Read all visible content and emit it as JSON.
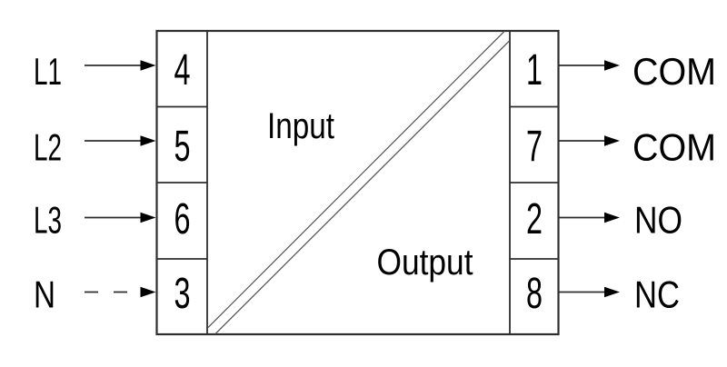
{
  "diagram": {
    "regions": {
      "input": "Input",
      "output": "Output"
    },
    "left": {
      "rows": [
        {
          "wire": "L1",
          "terminal": "4",
          "line_style": "solid"
        },
        {
          "wire": "L2",
          "terminal": "5",
          "line_style": "solid"
        },
        {
          "wire": "L3",
          "terminal": "6",
          "line_style": "solid"
        },
        {
          "wire": "N",
          "terminal": "3",
          "line_style": "dashed"
        }
      ]
    },
    "right": {
      "rows": [
        {
          "terminal": "1",
          "contact": "COM"
        },
        {
          "terminal": "7",
          "contact": "COM"
        },
        {
          "terminal": "2",
          "contact": "NO"
        },
        {
          "terminal": "8",
          "contact": "NC"
        }
      ]
    },
    "colors": {
      "line": "#2e2e2e",
      "text": "#000000",
      "background": "#ffffff",
      "diagonal": "#5a5a5a"
    }
  }
}
